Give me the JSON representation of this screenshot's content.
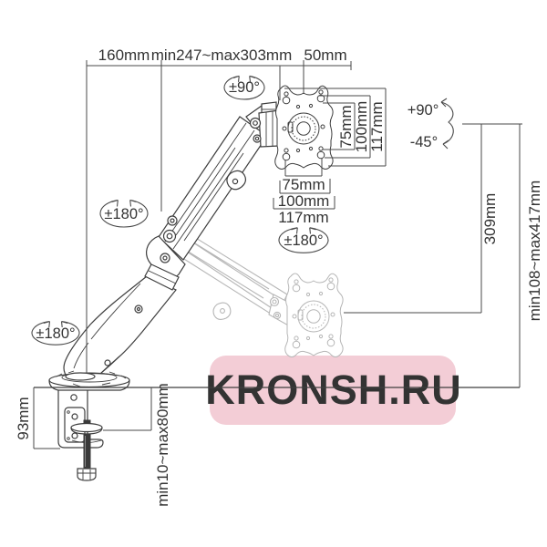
{
  "watermark": {
    "text": "KRONSH.RU",
    "bg_color": "#f3cdd6",
    "text_color": "#fdf5f7"
  },
  "colors": {
    "line": "#3e3e3e",
    "ghost": "#b6b6b6",
    "dimension": "#4a4a4a",
    "label": "#333333",
    "background": "#ffffff"
  },
  "labels": {
    "top_offset": "160mm",
    "arm_reach": "min247~max303mm",
    "head_depth": "50mm",
    "vesa_v_75": "75mm",
    "vesa_v_100": "100mm",
    "vesa_v_117": "117mm",
    "vesa_h_75": "75mm",
    "vesa_h_100": "100mm",
    "vesa_h_117": "117mm",
    "tilt_up": "+90°",
    "tilt_down": "-45°",
    "vertical_travel": "309mm",
    "height_range": "min108~max417mm",
    "swivel_head": "±90°",
    "rotate_elbow": "±180°",
    "rotate_vesa": "±180°",
    "rotate_base": "±180°",
    "clamp_height": "93mm",
    "desk_thickness": "min10~max80mm"
  }
}
